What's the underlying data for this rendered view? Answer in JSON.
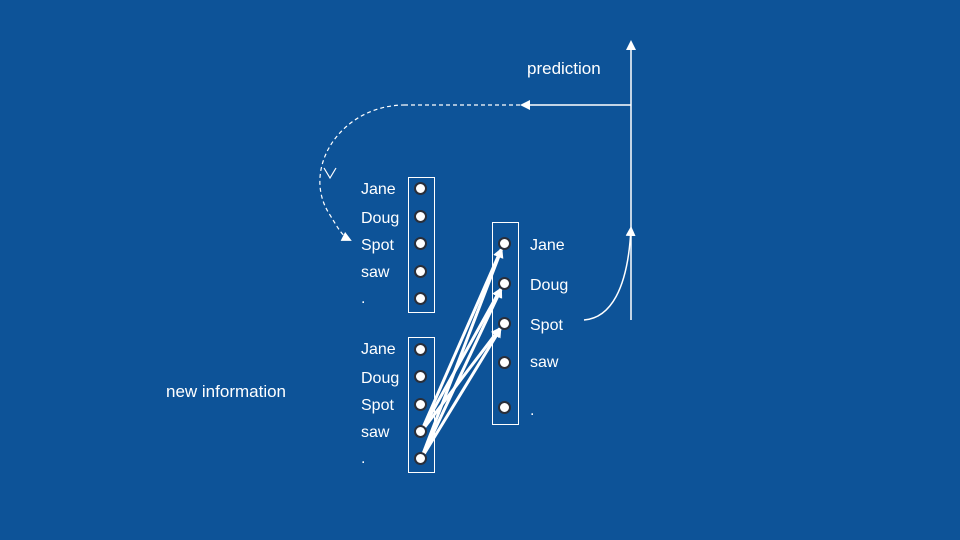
{
  "captions": {
    "prediction": "prediction",
    "new_information": "new information"
  },
  "context_layer": {
    "labels": [
      "Jane",
      "Doug",
      "Spot",
      "saw",
      "."
    ]
  },
  "input_layer": {
    "labels": [
      "Jane",
      "Doug",
      "Spot",
      "saw",
      "."
    ]
  },
  "output_layer": {
    "labels": [
      "Jane",
      "Doug",
      "Spot",
      "saw",
      "."
    ]
  },
  "colors": {
    "background": "#0d5398",
    "foreground": "#ffffff",
    "node_border": "#2a2f3a"
  }
}
